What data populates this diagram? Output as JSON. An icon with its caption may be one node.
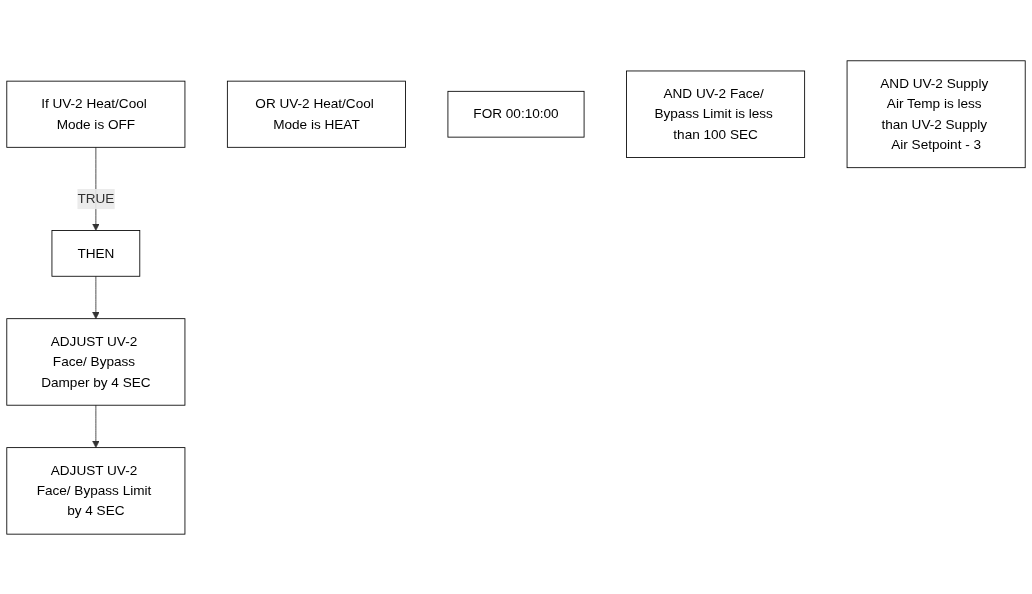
{
  "diagram": {
    "nodes": [
      {
        "text": [
          "If UV-2 Heat/Cool Mode is OFF"
        ]
      },
      {
        "text": [
          "OR UV-2 Heat/Cool Mode is HEAT"
        ]
      },
      {
        "text": [
          "FOR 00:10:00"
        ]
      },
      {
        "text": [
          "AND UV-2 Face/ Bypass Limit is less than 100 SEC"
        ]
      },
      {
        "text": [
          "AND UV-2 Supply Air Temp is less than UV-2 Supply Air Setpoint - 3"
        ]
      },
      {
        "text": [
          "THEN"
        ]
      },
      {
        "text": [
          "ADJUST UV-2 Face/ Bypass Damper by 4 SEC"
        ]
      },
      {
        "text": [
          "ADJUST UV-2 Face/ Bypass Limit by 4 SEC"
        ]
      }
    ],
    "edges": [
      {
        "from": 0,
        "to": 5,
        "arrow": "to",
        "label": "TRUE"
      },
      {
        "from": 5,
        "to": 6,
        "arrow": "to"
      },
      {
        "from": 6,
        "to": 7,
        "arrow": "to"
      }
    ]
  }
}
